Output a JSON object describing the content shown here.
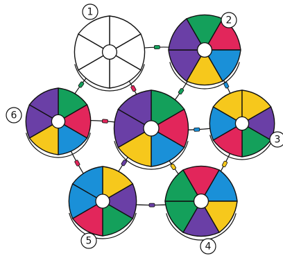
{
  "palette": {
    "red": "#E2265B",
    "green": "#14A05B",
    "blue": "#1A90D8",
    "yellow": "#F6C81C",
    "purple": "#6A3FA6",
    "outline": "#111111",
    "blank": "#FFFFFF"
  },
  "wheels": [
    {
      "id": "1",
      "label": "1",
      "segments": [
        "blank",
        "blank",
        "blank",
        "blank",
        "blank",
        "blank"
      ]
    },
    {
      "id": "2",
      "label": "2",
      "segments": [
        "red",
        "blue",
        "yellow",
        "purple",
        "purple",
        "green"
      ]
    },
    {
      "id": "3",
      "label": "3",
      "segments": [
        "purple",
        "green",
        "red",
        "blue",
        "yellow",
        "yellow"
      ]
    },
    {
      "id": "4",
      "label": "4",
      "segments": [
        "blue",
        "yellow",
        "purple",
        "green",
        "green",
        "red"
      ]
    },
    {
      "id": "5",
      "label": "5",
      "segments": [
        "yellow",
        "purple",
        "green",
        "red",
        "blue",
        "blue"
      ]
    },
    {
      "id": "6",
      "label": "6",
      "segments": [
        "green",
        "red",
        "blue",
        "yellow",
        "purple",
        "purple"
      ]
    },
    {
      "id": "center",
      "label": "",
      "segments": [
        "green",
        "red",
        "blue",
        "yellow",
        "purple",
        "purple"
      ]
    }
  ],
  "labels": [
    "1",
    "2",
    "3",
    "4",
    "5",
    "6"
  ]
}
